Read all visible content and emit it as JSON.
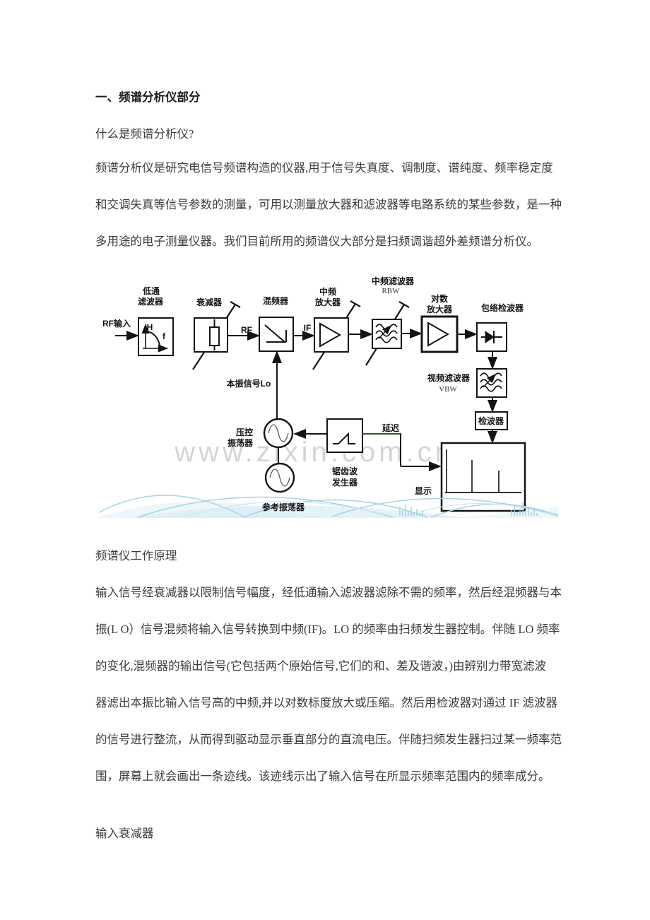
{
  "page": {
    "heading": "一、频谱分析仪部分",
    "question": "什么是频谱分析仪?",
    "paragraph1": [
      "频谱分析仪是研究电信号频谱构造的仪器,用于信号失真度、调制度、谱纯度、频率稳定度",
      "和交调失真等信号参数的测量，可用以测量放大器和滤波器等电路系统的某些参数，是一种",
      "多用途的电子测量仪器。我们目前所用的频谱仪大部分是扫频调谐超外差频谱分析仪。"
    ],
    "section2_title": "频谱仪工作原理",
    "paragraph2": [
      "输入信号经衰减器以限制信号幅度，经低通输入滤波器滤除不需的频率，然后经混频器与本",
      "振(L O）信号混频将输入信号转换到中频(IF)。LO 的频率由扫频发生器控制。伴随 LO 频率",
      "的变化,混频器的输出信号(它包括两个原始信号,它们的和、差及谐波，)由辨别力带宽滤波",
      "器滤出本振比输入信号高的中频,并以对数标度放大或压缩。然后用检波器对通过 IF 滤波器",
      "的信号进行整流，从而得到驱动显示垂直部分的直流电压。伴随扫频发生器扫过某一频率范",
      "围，屏幕上就会画出一条迹线。该迹线示出了输入信号在所显示频率范围内的频率成分。"
    ],
    "footer_heading": "输入衰减器"
  },
  "diagram": {
    "rf_input": "RF输入",
    "lpf1": "低通",
    "lpf2": "滤波器",
    "axis_h": "H",
    "axis_f": "f",
    "attenuator": "衰减器",
    "rf": "RF",
    "mixer": "混频器",
    "lo_signal": "本振信号Lo",
    "if": "IF",
    "if_amp1": "中频",
    "if_amp2": "放大器",
    "if_filter": "中频滤波器",
    "rbw": "RBW",
    "log_amp1": "对数",
    "log_amp2": "放大器",
    "envelope_detector": "包络检波器",
    "video_filter": "视频滤波器",
    "vbw": "VBW",
    "detector": "检波器",
    "display": "显示",
    "vco1": "压控",
    "vco2": "振荡器",
    "ref_osc": "参考振荡器",
    "sawtooth1": "锯齿波",
    "sawtooth2": "发生器",
    "delay": "延迟",
    "watermark": "www.zixin.com.cn",
    "colors": {
      "line": "#141414",
      "delay_line": "#2a6b2a",
      "watermark": "#b9b9b9",
      "wave": "#a9d2e6"
    }
  }
}
